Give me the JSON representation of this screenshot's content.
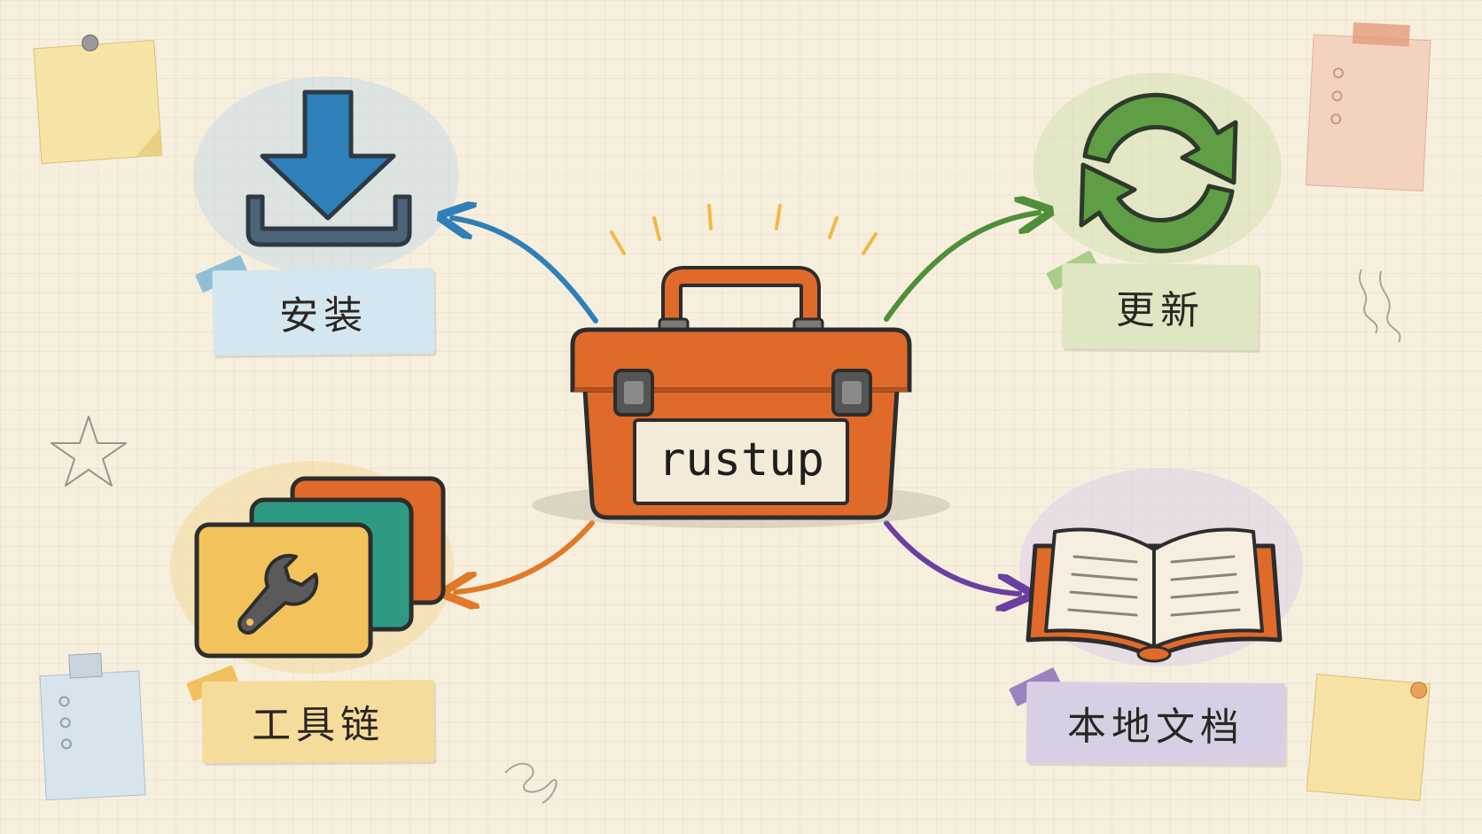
{
  "center": {
    "label": "rustup",
    "icon": "toolbox-icon"
  },
  "nodes": [
    {
      "id": "install",
      "label": "安装",
      "icon": "download-icon",
      "color": "#2f7fb8"
    },
    {
      "id": "update",
      "label": "更新",
      "icon": "refresh-icon",
      "color": "#4f8f3a"
    },
    {
      "id": "toolchain",
      "label": "工具链",
      "icon": "wrench-icon",
      "color": "#e07a28"
    },
    {
      "id": "docs",
      "label": "本地文档",
      "icon": "book-icon",
      "color": "#6a3fa0"
    }
  ],
  "colors": {
    "paper": "#f7efdd",
    "toolbox": "#e06a2a",
    "toolbox_dark": "#b8521c",
    "outline": "#2d2d2d"
  }
}
